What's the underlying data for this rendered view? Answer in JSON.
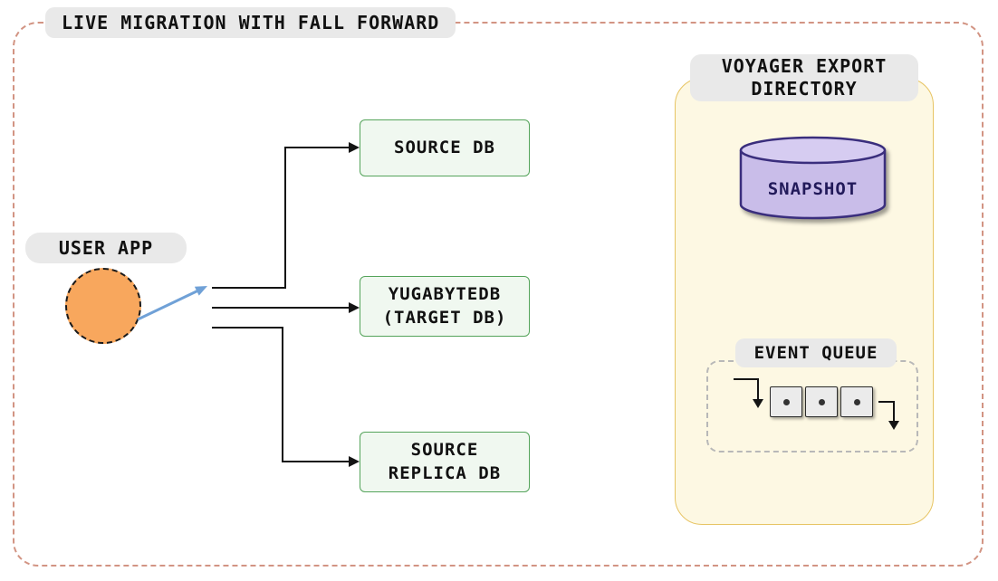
{
  "title": "LIVE MIGRATION WITH FALL FORWARD",
  "user_app": {
    "label": "USER APP"
  },
  "nodes": {
    "source_db": {
      "line1": "SOURCE DB"
    },
    "target_db": {
      "line1": "YUGABYTEDB",
      "line2": "(TARGET DB)"
    },
    "source_replica_db": {
      "line1": "SOURCE",
      "line2": "REPLICA DB"
    }
  },
  "voyager": {
    "title_line1": "VOYAGER EXPORT",
    "title_line2": "DIRECTORY",
    "snapshot_label": "SNAPSHOT",
    "event_queue_label": "EVENT QUEUE"
  },
  "icons": {
    "user_app": "user-app-circle-icon",
    "snapshot": "database-cylinder-icon",
    "event_queue": "queue-boxes-icon"
  },
  "colors": {
    "outer_border": "#d29483",
    "pill_bg": "#e9e9e9",
    "text": "#111111",
    "db_border": "#55a45b",
    "db_bg": "#f0f8f0",
    "panel_border": "#e7c463",
    "panel_bg": "#fdf8e3",
    "cylinder_fill": "#c9bde9",
    "cylinder_top_fill": "#d6ccf1",
    "cylinder_stroke": "#3a2e7d",
    "snapshot_text": "#221a5a",
    "circle_fill": "#f8a75d",
    "circle_border": "#1a1a1a",
    "arrow_blue": "#70a1d7",
    "line_color": "#141414",
    "queue_box_bg": "#ebebeb",
    "queue_box_border": "#2a2a2a",
    "queue_dash_border": "#b8b8b8"
  }
}
